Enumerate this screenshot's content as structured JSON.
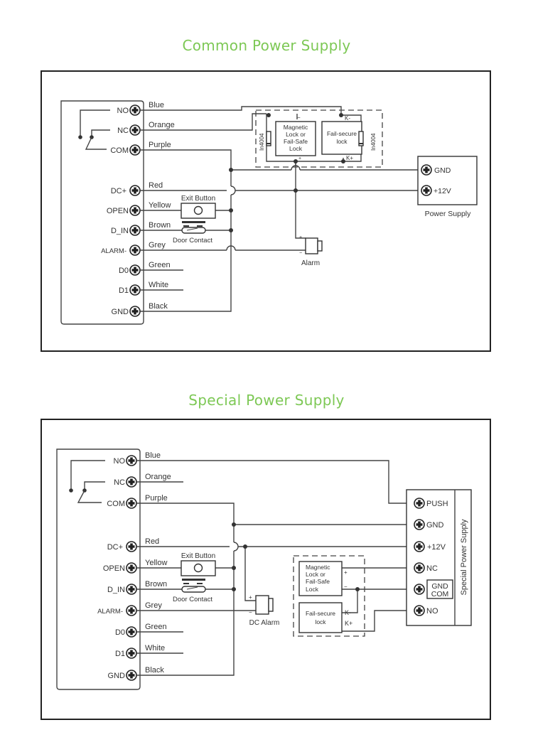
{
  "diagrams": [
    {
      "title": "Common Power Supply",
      "controller_terminals": [
        "NO",
        "NC",
        "COM",
        "DC+",
        "OPEN",
        "D_IN",
        "ALARM-",
        "D0",
        "D1",
        "GND"
      ],
      "wire_colors": [
        "Blue",
        "Orange",
        "Purple",
        "Red",
        "Yellow",
        "Brown",
        "Grey",
        "Green",
        "White",
        "Black"
      ],
      "exit_button_label": "Exit Button",
      "door_contact_label": "Door Contact",
      "alarm_label": "Alarm",
      "alarm_plus": "+",
      "alarm_minus": "−",
      "lock1_lines": [
        "Magnetic",
        "Lock or",
        "Fail-Safe",
        "Lock"
      ],
      "lock2_lines": [
        "Fail-secure",
        "lock"
      ],
      "diode_label": "In4004",
      "lock1_minus": "−",
      "lock1_plus": "+",
      "lock2_kminus": "K-",
      "lock2_kplus": "K+",
      "power_supply_terminals": [
        "GND",
        "+12V"
      ],
      "power_supply_label": "Power Supply"
    },
    {
      "title": "Special Power Supply",
      "controller_terminals": [
        "NO",
        "NC",
        "COM",
        "DC+",
        "OPEN",
        "D_IN",
        "ALARM-",
        "D0",
        "D1",
        "GND"
      ],
      "wire_colors": [
        "Blue",
        "Orange",
        "Purple",
        "Red",
        "Yellow",
        "Brown",
        "Grey",
        "Green",
        "White",
        "Black"
      ],
      "exit_button_label": "Exit Button",
      "door_contact_label": "Door Contact",
      "alarm_label": "DC Alarm",
      "alarm_plus": "+",
      "alarm_minus": "−",
      "lock1_lines": [
        "Magnetic",
        "Lock or",
        "Fail-Safe",
        "Lock"
      ],
      "lock2_lines": [
        "Fail-secure",
        "lock"
      ],
      "lock1_plus": "+",
      "lock1_minus": "−",
      "lock2_kminus": "K-",
      "lock2_kplus": "K+",
      "power_supply_terminals": [
        "PUSH",
        "GND",
        "+12V",
        "NC",
        "GND\nCOM",
        "NO"
      ],
      "power_supply_gndcom_lines": [
        "GND",
        "COM"
      ],
      "power_supply_label": "Special Power Supply"
    }
  ]
}
